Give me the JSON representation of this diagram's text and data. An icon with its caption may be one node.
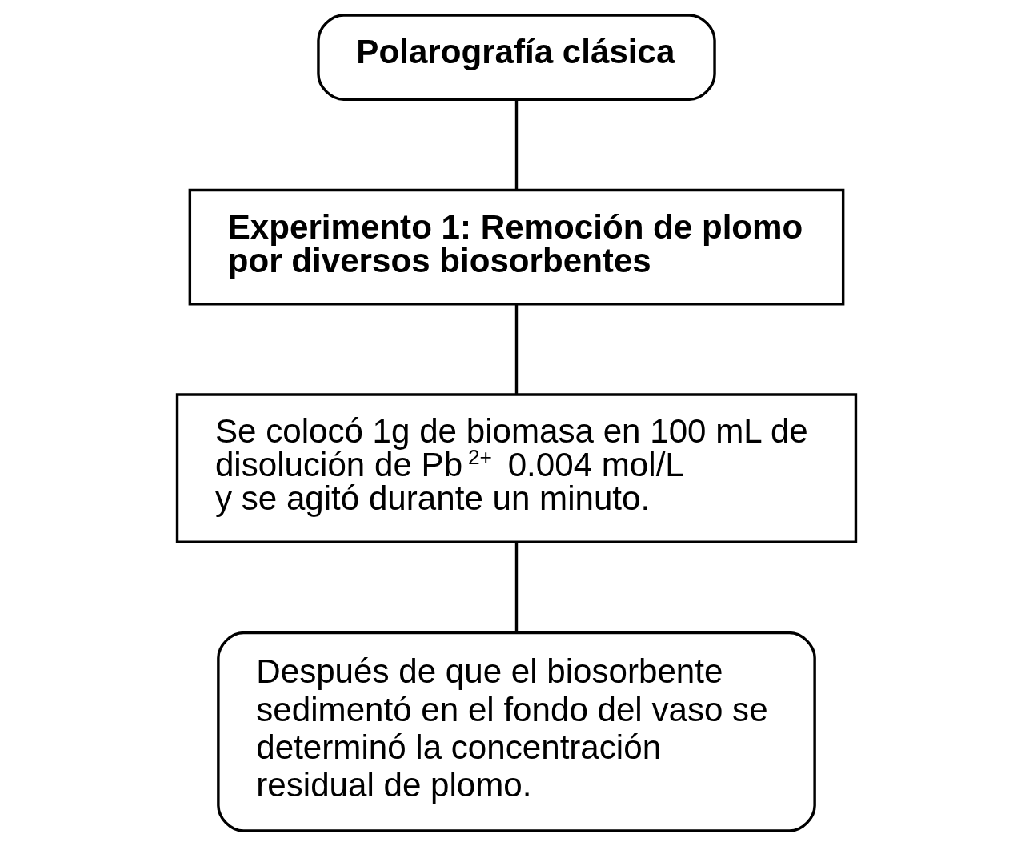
{
  "diagram": {
    "nodes": [
      {
        "text": [
          "Polarografía clásica"
        ]
      },
      {
        "text": [
          "Experimento 1: Remoción de plomo por diversos biosorbentes"
        ]
      },
      {
        "text": [
          "Se colocó 1g de biomasa en 100 mL de disolución de Pb$^{2+}$ 0.004 mol/L y se agitó durante un minuto."
        ]
      },
      {
        "text": [
          "Después de que el biosorbente sedimentó en el fondo del vaso se determinó la concentración residual de plomo."
        ]
      }
    ],
    "edges": [
      {
        "from": 0,
        "to": 1,
        "arrow": "none"
      },
      {
        "from": 1,
        "to": 2,
        "arrow": "none"
      },
      {
        "from": 2,
        "to": 3,
        "arrow": "none"
      }
    ]
  }
}
